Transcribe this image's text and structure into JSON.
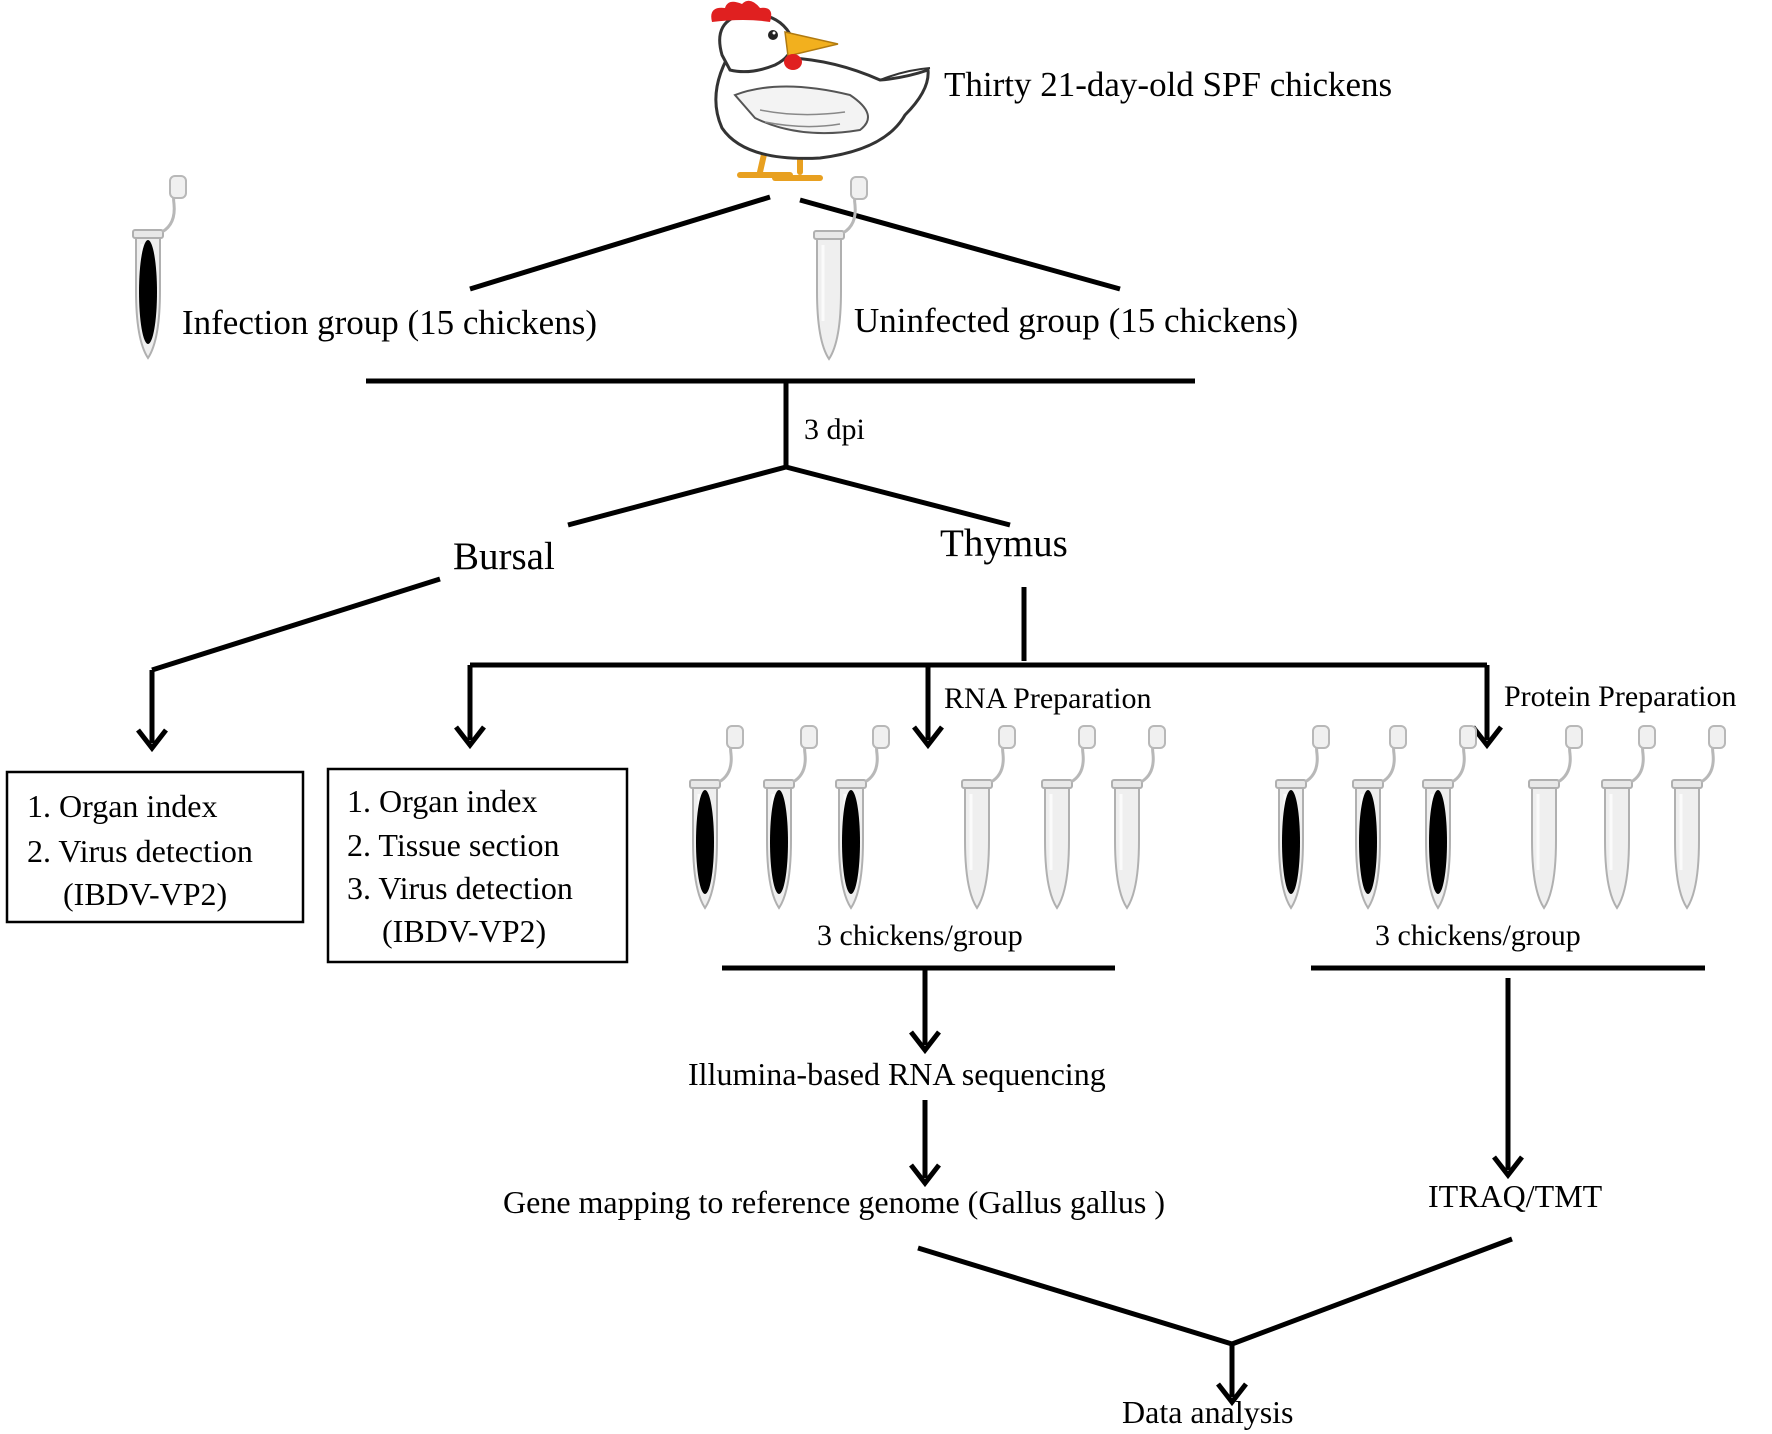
{
  "header": {
    "subjects": "Thirty 21-day-old SPF chickens"
  },
  "groups": {
    "infection": "Infection group (15 chickens)",
    "uninfected": "Uninfected group (15 chickens)"
  },
  "timepoint": "3 dpi",
  "tissues": {
    "bursal": "Bursal",
    "thymus": "Thymus"
  },
  "bursal_box": {
    "line1": "1. Organ index",
    "line2": "2. Virus detection",
    "line3": "(IBDV-VP2)"
  },
  "thymus_box": {
    "line1": "1. Organ index",
    "line2": "2. Tissue section",
    "line3": "3. Virus detection",
    "line4": "(IBDV-VP2)"
  },
  "rna": {
    "prep": "RNA Preparation",
    "samples": "3 chickens/group",
    "sequencing": "Illumina-based RNA sequencing",
    "mapping": "Gene mapping to reference genome (Gallus gallus )"
  },
  "protein": {
    "prep": "Protein Preparation",
    "samples": "3 chickens/group",
    "method": "ITRAQ/TMT"
  },
  "final": "Data analysis",
  "colors": {
    "line": "#000000",
    "infected_tube": "#000000",
    "uninfected_tube": "#e0e0e0",
    "comb": "#e02020",
    "beak": "#f2b01e",
    "legs": "#e8a020"
  }
}
